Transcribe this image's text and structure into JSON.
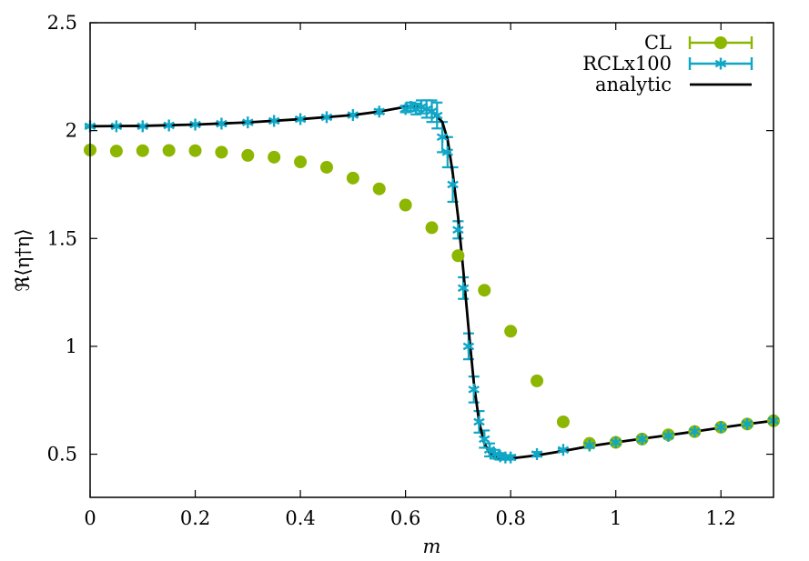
{
  "chart_data": {
    "type": "scatter",
    "xlabel": "m",
    "ylabel": "ℜ⟨η†η⟩",
    "xlim": [
      0,
      1.3
    ],
    "ylim": [
      0.3,
      2.5
    ],
    "xticks": [
      "0",
      "0.2",
      "0.4",
      "0.6",
      "0.8",
      "1",
      "1.2"
    ],
    "yticks": [
      "0.5",
      "1",
      "1.5",
      "2",
      "2.5"
    ],
    "grid": false,
    "legend_position": "top-right",
    "series": [
      {
        "name": "CL",
        "marker": "circle",
        "color": "#8cb600",
        "x": [
          0,
          0.05,
          0.1,
          0.15,
          0.2,
          0.25,
          0.3,
          0.35,
          0.4,
          0.45,
          0.5,
          0.55,
          0.6,
          0.65,
          0.7,
          0.75,
          0.8,
          0.85,
          0.9,
          0.95,
          1.0,
          1.05,
          1.1,
          1.15,
          1.2,
          1.25,
          1.3
        ],
        "y": [
          1.91,
          1.905,
          1.907,
          1.908,
          1.907,
          1.9,
          1.885,
          1.877,
          1.855,
          1.83,
          1.78,
          1.73,
          1.655,
          1.55,
          1.42,
          1.26,
          1.07,
          0.84,
          0.65,
          0.55,
          0.555,
          0.57,
          0.59,
          0.605,
          0.625,
          0.64,
          0.655
        ]
      },
      {
        "name": "RCLx100",
        "marker": "star",
        "color": "#10a6c6",
        "x": [
          0,
          0.05,
          0.1,
          0.15,
          0.2,
          0.25,
          0.3,
          0.35,
          0.4,
          0.45,
          0.5,
          0.55,
          0.6,
          0.61,
          0.62,
          0.63,
          0.64,
          0.65,
          0.66,
          0.67,
          0.68,
          0.69,
          0.7,
          0.71,
          0.72,
          0.73,
          0.74,
          0.75,
          0.76,
          0.77,
          0.78,
          0.79,
          0.8,
          0.85,
          0.9,
          0.95,
          1.0,
          1.05,
          1.1,
          1.15,
          1.2,
          1.25,
          1.3
        ],
        "y": [
          2.02,
          2.02,
          2.02,
          2.024,
          2.028,
          2.032,
          2.038,
          2.045,
          2.053,
          2.062,
          2.072,
          2.088,
          2.1,
          2.11,
          2.1,
          2.11,
          2.1,
          2.09,
          2.07,
          1.97,
          1.9,
          1.75,
          1.54,
          1.27,
          1.0,
          0.8,
          0.65,
          0.57,
          0.52,
          0.5,
          0.49,
          0.485,
          0.485,
          0.5,
          0.52,
          0.54,
          0.555,
          0.57,
          0.585,
          0.605,
          0.625,
          0.64,
          0.655
        ],
        "yerr": [
          0.005,
          0.005,
          0.005,
          0.005,
          0.005,
          0.005,
          0.005,
          0.005,
          0.005,
          0.005,
          0.005,
          0.01,
          0.015,
          0.02,
          0.025,
          0.03,
          0.04,
          0.05,
          0.06,
          0.07,
          0.07,
          0.08,
          0.04,
          0.05,
          0.06,
          0.06,
          0.05,
          0.04,
          0.03,
          0.02,
          0.015,
          0.01,
          0.01,
          0.01,
          0.005,
          0.005,
          0.005,
          0.005,
          0.005,
          0.005,
          0.005,
          0.005,
          0.005
        ]
      },
      {
        "name": "analytic",
        "marker": "line",
        "color": "#000000",
        "x": [
          0,
          0.1,
          0.2,
          0.3,
          0.4,
          0.5,
          0.55,
          0.6,
          0.63,
          0.65,
          0.67,
          0.68,
          0.69,
          0.7,
          0.71,
          0.72,
          0.73,
          0.74,
          0.75,
          0.76,
          0.77,
          0.78,
          0.8,
          0.85,
          0.9,
          0.95,
          1.0,
          1.05,
          1.1,
          1.15,
          1.2,
          1.25,
          1.3
        ],
        "y": [
          2.02,
          2.022,
          2.028,
          2.038,
          2.053,
          2.072,
          2.088,
          2.11,
          2.11,
          2.09,
          2.04,
          1.96,
          1.8,
          1.6,
          1.35,
          1.08,
          0.83,
          0.65,
          0.55,
          0.505,
          0.49,
          0.48,
          0.48,
          0.495,
          0.515,
          0.537,
          0.555,
          0.572,
          0.588,
          0.605,
          0.623,
          0.64,
          0.655
        ]
      }
    ]
  }
}
